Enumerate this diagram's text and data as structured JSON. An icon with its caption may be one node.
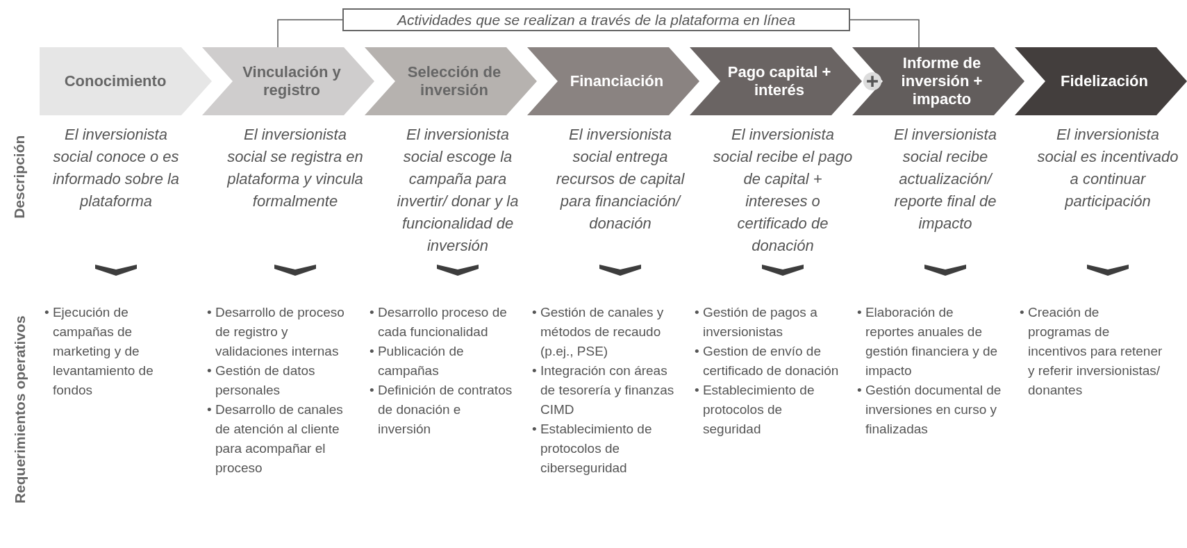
{
  "diagram": {
    "nodes": [
      {
        "text": [
          "Actividades que se realizan a través de la plataforma en línea"
        ]
      },
      {
        "text": [
          "Conocimiento"
        ],
        "beside": [
          "El inversionista social conoce o es informado sobre la plataforma"
        ]
      },
      {
        "text": [
          "Vinculación y registro"
        ],
        "beside": [
          "El inversionista social se registra en plataforma y vincula formalmente"
        ]
      },
      {
        "text": [
          "Selección de inversión"
        ],
        "beside": [
          "El inversionista social escoge la campaña para invertir/ donar y la funcionalidad de inversión"
        ]
      },
      {
        "text": [
          "Financiación"
        ],
        "beside": [
          "El inversionista social entrega recursos de capital para financiación/ donación"
        ]
      },
      {
        "text": [
          "Pago capital + interés"
        ],
        "beside": [
          "El inversionista social recibe el pago de capital + intereses o certificado de donación"
        ]
      },
      {
        "text": [
          "Informe de inversión + impacto"
        ],
        "beside": [
          "El inversionista social recibe actualización/ reporte final de impacto"
        ]
      },
      {
        "text": [
          "Fidelización"
        ],
        "beside": [
          "El inversionista social es incentivado a continuar participación"
        ]
      }
    ],
    "edges": [
      {
        "from": 0,
        "to": 2,
        "arrow": "none"
      },
      {
        "from": 0,
        "to": 6,
        "arrow": "none"
      }
    ],
    "labels": [
      "Descripción",
      "Requerimientos operativos",
      "• Ejecución de campañas de marketing y de levantamiento de fondos",
      "• Desarrollo de proceso de registro y validaciones internas",
      "• Gestión de datos personales",
      "• Desarrollo de canales de atención al cliente para acompañar el proceso",
      "• Desarrollo proceso de cada funcionalidad",
      "• Publicación de campañas",
      "• Definición de contratos de donación e inversión",
      "• Gestión de canales y métodos de recaudo (p.ej., PSE)",
      "• Integración con áreas de tesorería y finanzas CIMD",
      "• Establecimiento de protocolos de ciberseguridad",
      "• Gestión de pagos a inversionistas",
      "• Gestion de envío de certificado de donación",
      "• Establecimiento de protocolos de seguridad",
      "• Elaboración de reportes anuales de gestión financiera y de impacto",
      "• Gestión documental de inversiones en curso y finalizadas",
      "• Creación de programas de incentivos para retener y referir inversionistas/ donantes"
    ]
  }
}
